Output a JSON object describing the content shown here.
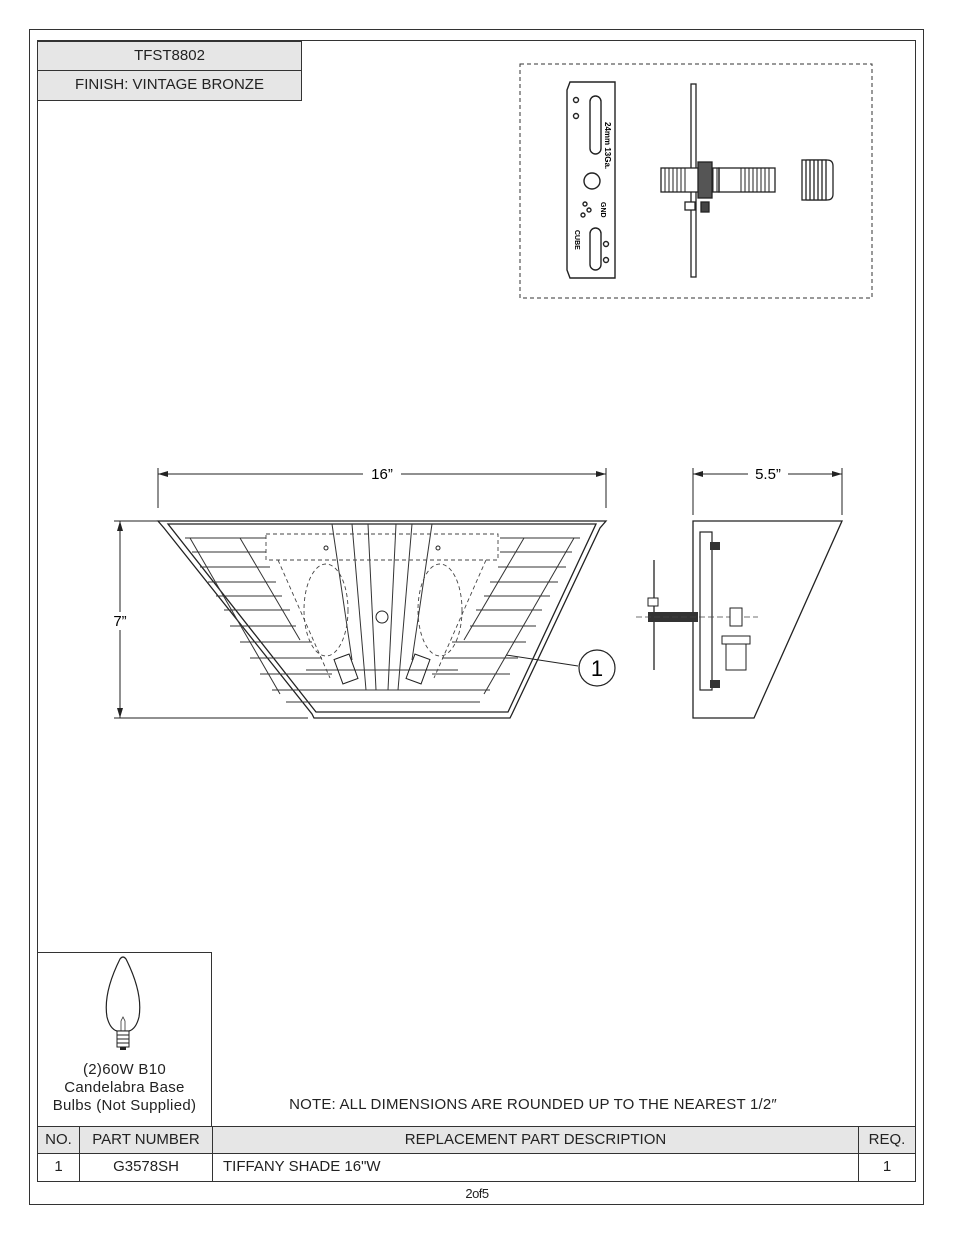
{
  "header": {
    "model": "TFST8802",
    "finish": "FINISH: VINTAGE BRONZE"
  },
  "drawing": {
    "width_label": "16”",
    "height_label": "7”",
    "depth_label": "5.5”",
    "callout": "1",
    "bracket_text_1": "24mm 13Ga.",
    "bracket_text_2": "GND",
    "bracket_text_3": "CUBE"
  },
  "bulb": {
    "line1": "(2)60W B10",
    "line2": "Candelabra Base",
    "line3": "Bulbs (Not Supplied)"
  },
  "note": "NOTE:  ALL DIMENSIONS ARE ROUNDED UP TO THE NEAREST  1/2″",
  "parts_table": {
    "headers": [
      "NO.",
      "PART NUMBER",
      "REPLACEMENT PART DESCRIPTION",
      "REQ."
    ],
    "rows": [
      {
        "no": "1",
        "part_number": "G3578SH",
        "description": "TIFFANY SHADE 16\"W",
        "req": "1"
      }
    ]
  },
  "page_number": "2of5"
}
